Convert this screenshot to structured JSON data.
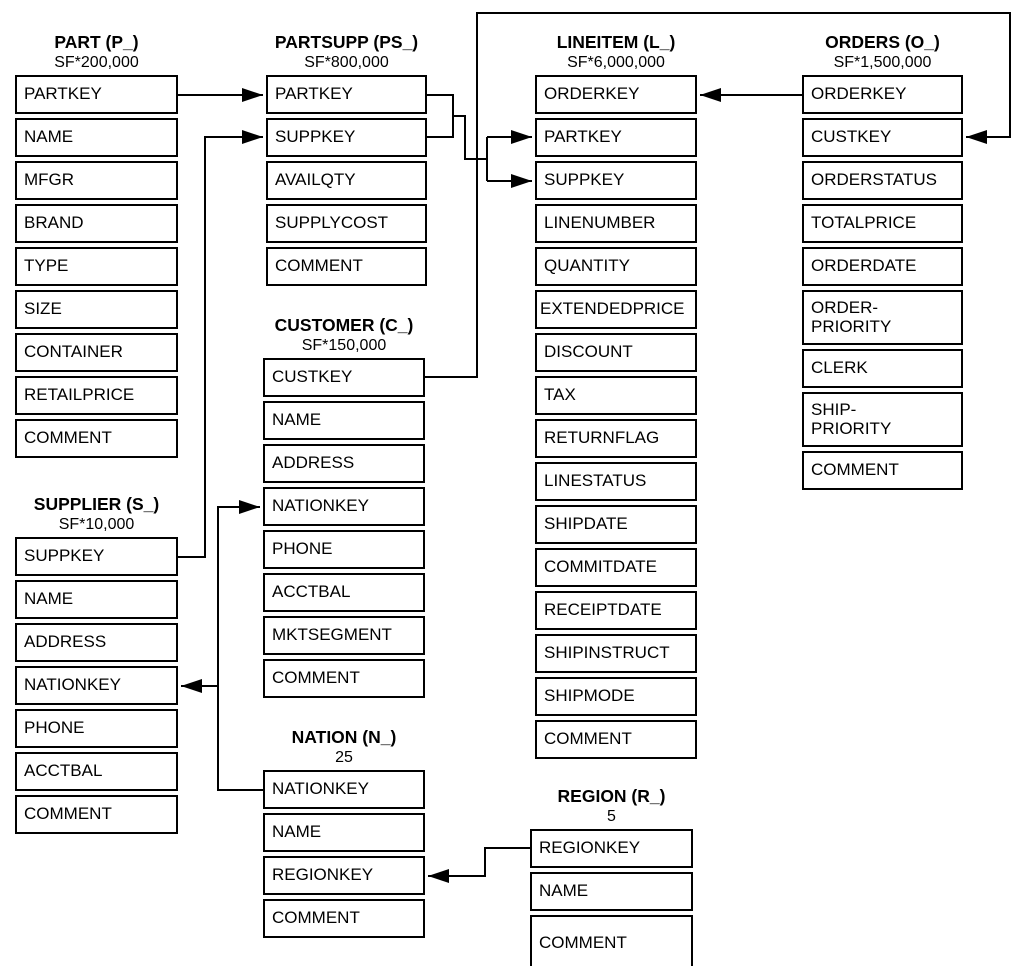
{
  "diagram": {
    "colors": {
      "line": "#000000",
      "background": "#ffffff",
      "text": "#000000"
    },
    "tables": {
      "part": {
        "title": "PART (P_)",
        "cardinality": "SF*200,000",
        "columns": [
          "PARTKEY",
          "NAME",
          "MFGR",
          "BRAND",
          "TYPE",
          "SIZE",
          "CONTAINER",
          "RETAILPRICE",
          "COMMENT"
        ]
      },
      "partsupp": {
        "title": "PARTSUPP (PS_)",
        "cardinality": "SF*800,000",
        "columns": [
          "PARTKEY",
          "SUPPKEY",
          "AVAILQTY",
          "SUPPLYCOST",
          "COMMENT"
        ]
      },
      "lineitem": {
        "title": "LINEITEM (L_)",
        "cardinality": "SF*6,000,000",
        "columns": [
          "ORDERKEY",
          "PARTKEY",
          "SUPPKEY",
          "LINENUMBER",
          "QUANTITY",
          "EXTENDEDPRICE",
          "DISCOUNT",
          "TAX",
          "RETURNFLAG",
          "LINESTATUS",
          "SHIPDATE",
          "COMMITDATE",
          "RECEIPTDATE",
          "SHIPINSTRUCT",
          "SHIPMODE",
          "COMMENT"
        ]
      },
      "orders": {
        "title": "ORDERS (O_)",
        "cardinality": "SF*1,500,000",
        "columns": [
          "ORDERKEY",
          "CUSTKEY",
          "ORDERSTATUS",
          "TOTALPRICE",
          "ORDERDATE",
          "ORDER-\nPRIORITY",
          "CLERK",
          "SHIP-\nPRIORITY",
          "COMMENT"
        ]
      },
      "customer": {
        "title": "CUSTOMER (C_)",
        "cardinality": "SF*150,000",
        "columns": [
          "CUSTKEY",
          "NAME",
          "ADDRESS",
          "NATIONKEY",
          "PHONE",
          "ACCTBAL",
          "MKTSEGMENT",
          "COMMENT"
        ]
      },
      "supplier": {
        "title": "SUPPLIER (S_)",
        "cardinality": "SF*10,000",
        "columns": [
          "SUPPKEY",
          "NAME",
          "ADDRESS",
          "NATIONKEY",
          "PHONE",
          "ACCTBAL",
          "COMMENT"
        ]
      },
      "nation": {
        "title": "NATION (N_)",
        "cardinality": "25",
        "columns": [
          "NATIONKEY",
          "NAME",
          "REGIONKEY",
          "COMMENT"
        ]
      },
      "region": {
        "title": "REGION (R_)",
        "cardinality": "5",
        "columns": [
          "REGIONKEY",
          "NAME",
          "COMMENT"
        ]
      }
    },
    "relationships": [
      {
        "from": "PART.PARTKEY",
        "to": "PARTSUPP.PARTKEY"
      },
      {
        "from": "SUPPLIER.SUPPKEY",
        "to": "PARTSUPP.SUPPKEY"
      },
      {
        "from": "PARTSUPP.PARTKEY",
        "to": "LINEITEM.PARTKEY"
      },
      {
        "from": "PARTSUPP.SUPPKEY",
        "to": "LINEITEM.SUPPKEY"
      },
      {
        "from": "ORDERS.ORDERKEY",
        "to": "LINEITEM.ORDERKEY"
      },
      {
        "from": "CUSTOMER.CUSTKEY",
        "to": "ORDERS.CUSTKEY"
      },
      {
        "from": "NATION.NATIONKEY",
        "to": "CUSTOMER.NATIONKEY"
      },
      {
        "from": "NATION.NATIONKEY",
        "to": "SUPPLIER.NATIONKEY"
      },
      {
        "from": "REGION.REGIONKEY",
        "to": "NATION.REGIONKEY"
      }
    ]
  }
}
